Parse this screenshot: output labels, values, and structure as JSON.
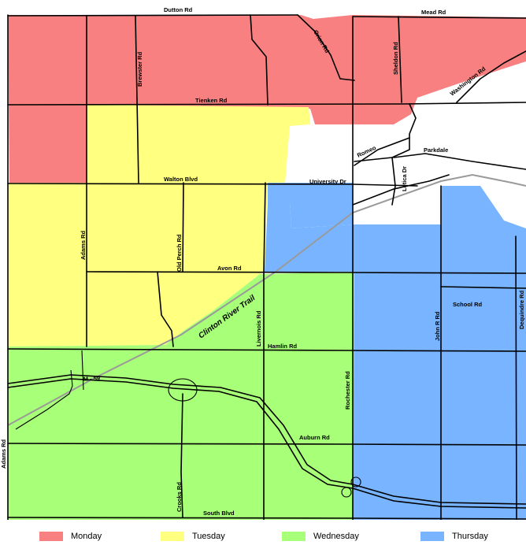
{
  "zones": [
    {
      "key": "monday",
      "color": "#f88080"
    },
    {
      "key": "tuesday",
      "color": "#ffff80"
    },
    {
      "key": "wednesday",
      "color": "#a8ff78"
    },
    {
      "key": "thursday",
      "color": "#78b4ff"
    }
  ],
  "roads": {
    "dutton": "Dutton Rd",
    "mead": "Mead Rd",
    "orion": "Orion Rd",
    "sheldon": "Sheldon Rd",
    "washington": "Washington Rd",
    "brewster": "Brewster Rd",
    "tienken": "Tienken Rd",
    "romeo": "Romeo",
    "parkdale": "Parkdale",
    "letica": "Letica Dr",
    "walton": "Walton Blvd",
    "university": "University Dr",
    "adams_north": "Adams Rd",
    "old_perch": "Old Perch Rd",
    "avon": "Avon Rd",
    "school": "School Rd",
    "john_r": "John R Rd",
    "dequindre": "Dequindre Rd",
    "livernois": "Livernois Rd",
    "hamlin": "Hamlin Rd",
    "m59": "M - 59",
    "rochester": "Rochester Rd",
    "adams_south": "Adams Rd",
    "auburn": "Auburn Rd",
    "crooks": "Crooks Rd",
    "south": "South Blvd"
  },
  "trail": "Clinton River Trail",
  "legend": [
    {
      "label": "Monday",
      "color": "#f88080"
    },
    {
      "label": "Tuesday",
      "color": "#ffff80"
    },
    {
      "label": "Wednesday",
      "color": "#a8ff78"
    },
    {
      "label": "Thursday",
      "color": "#78b4ff"
    }
  ]
}
